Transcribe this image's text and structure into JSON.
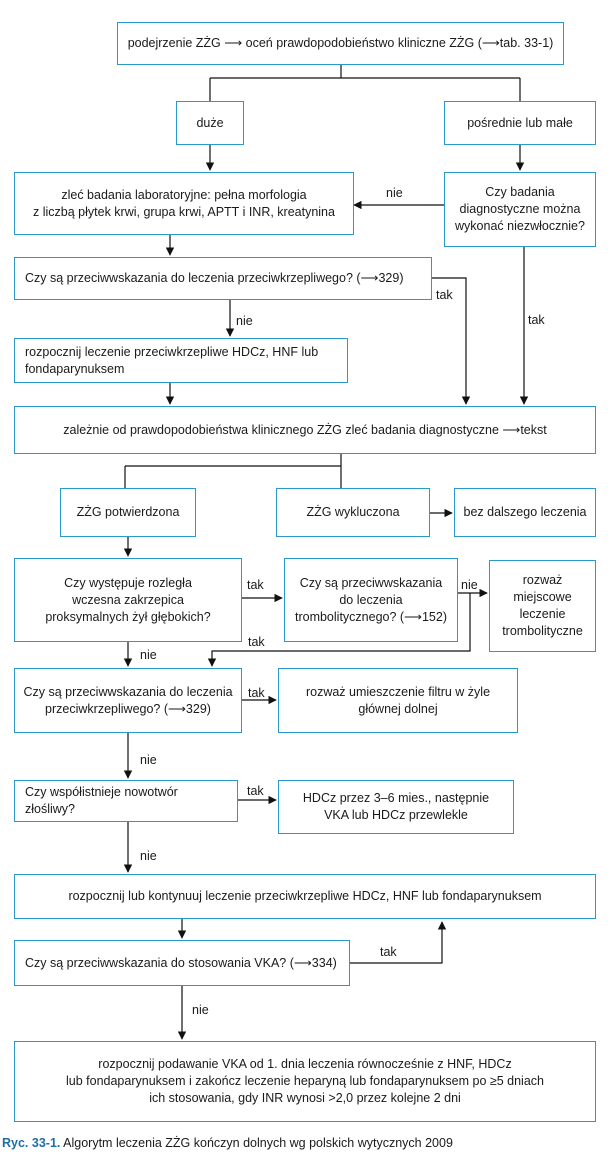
{
  "boxes": {
    "suspicion": "podejrzenie ZŻG ⟶ oceń prawdopodobieństwo kliniczne ZŻG (⟶tab. 33-1)",
    "high": "duże",
    "medium_low": "pośrednie lub małe",
    "lab_tests": "zleć badania laboratoryjne: pełna morfologia\nz liczbą płytek krwi, grupa krwi, APTT i INR, kreatynina",
    "diag_now": "Czy badania\ndiagnostyczne można\nwykonać niezwłocznie?",
    "contra_anticoag_1": "Czy są przeciwwskazania do leczenia przeciwkrzepliwego? (⟶329)",
    "start_anticoag": "rozpocznij leczenie przeciwkrzepliwe HDCz, HNF lub fondaparynuksem",
    "order_diag": "zależnie od prawdopodobieństwa klinicznego ZŻG zleć badania diagnostyczne ⟶tekst",
    "confirmed": "ZŻG potwierdzona",
    "excluded": "ZŻG wykluczona",
    "no_further": "bez dalszego leczenia",
    "extensive_thrombus": "Czy występuje rozległa\nwczesna zakrzepica\nproksymalnych żył głębokich?",
    "contra_thrombolytic": "Czy są przeciwwskazania\ndo leczenia\ntrombolitycznego? (⟶152)",
    "local_thrombolytic": "rozważ\nmiejscowe\nleczenie\ntrombolityczne",
    "contra_anticoag_2": "Czy są przeciwwskazania do leczenia\nprzeciwkrzepliwego? (⟶329)",
    "vena_cava_filter": "rozważ umieszczenie filtru w żyle\ngłównej dolnej",
    "malignancy": "Czy współistnieje nowotwór złośliwy?",
    "ldh_therapy": "HDCz przez 3–6 mies., następnie\nVKA lub HDCz przewlekle",
    "continue_anticoag": "rozpocznij lub kontynuuj leczenie przeciwkrzepliwe HDCz, HNF lub fondaparynuksem",
    "contra_vka": "Czy są przeciwwskazania do stosowania VKA? (⟶334)",
    "start_vka": "rozpocznij podawanie VKA od 1. dnia leczenia równocześnie z HNF, HDCz\nlub fondaparynuksem i zakończ leczenie heparyną lub fondaparynuksem po ≥5 dniach\nich stosowania, gdy INR wynosi >2,0 przez kolejne 2 dni"
  },
  "edge_labels": {
    "no": "nie",
    "yes": "tak"
  },
  "caption": {
    "number": "Ryc. 33-1.",
    "text": " Algorytm leczenia ZŻG kończyn dolnych wg polskich wytycznych 2009"
  },
  "colors": {
    "box_border": "#2a98c8",
    "panel_background": "#ffffff",
    "caption_number": "#1e6fa8"
  }
}
